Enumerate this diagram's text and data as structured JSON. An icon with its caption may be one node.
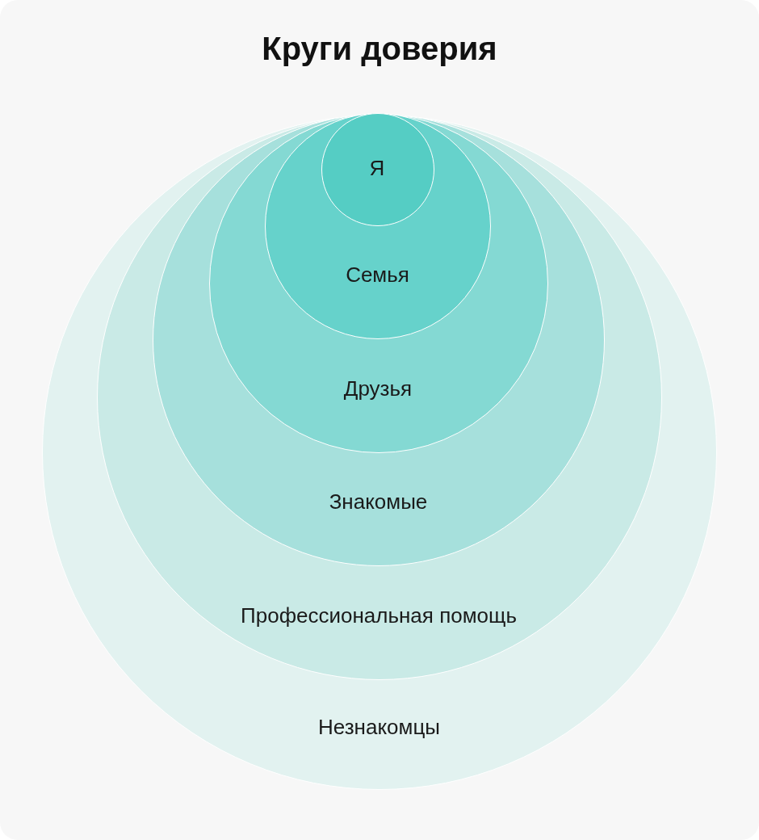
{
  "diagram": {
    "title": "Круги доверия",
    "nodes": [
      {
        "text": [
          "Незнакомцы"
        ]
      },
      {
        "text": [
          "Профессиональная помощь"
        ],
        "in": 0
      },
      {
        "text": [
          "Знакомые"
        ],
        "in": 1
      },
      {
        "text": [
          "Друзья"
        ],
        "in": 2
      },
      {
        "text": [
          "Семья"
        ],
        "in": 3
      },
      {
        "text": [
          "Я"
        ],
        "in": 4
      }
    ],
    "edges": []
  }
}
